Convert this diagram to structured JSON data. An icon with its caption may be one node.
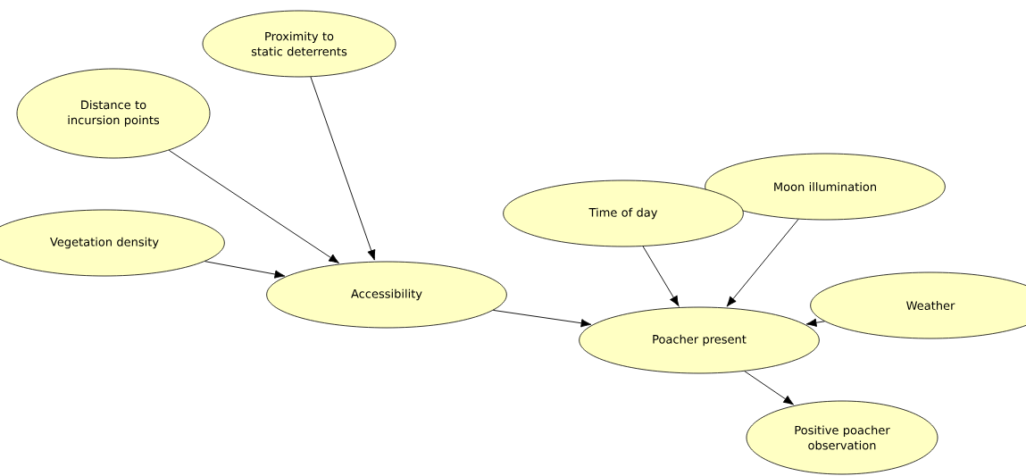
{
  "diagram": {
    "nodes": [
      {
        "text": [
          "Proximity to static deterrents"
        ]
      },
      {
        "text": [
          "Distance to incursion points"
        ]
      },
      {
        "text": [
          "Vegetation density"
        ]
      },
      {
        "text": [
          "Accessibility"
        ]
      },
      {
        "text": [
          "Moon illumination"
        ]
      },
      {
        "text": [
          "Time of day"
        ]
      },
      {
        "text": [
          "Weather"
        ]
      },
      {
        "text": [
          "Poacher present"
        ]
      },
      {
        "text": [
          "Positive poacher observation"
        ]
      }
    ],
    "edges": [
      {
        "from": 0,
        "to": 3,
        "arrow": "to"
      },
      {
        "from": 1,
        "to": 3,
        "arrow": "to"
      },
      {
        "from": 2,
        "to": 3,
        "arrow": "to"
      },
      {
        "from": 3,
        "to": 7,
        "arrow": "to"
      },
      {
        "from": 5,
        "to": 7,
        "arrow": "to"
      },
      {
        "from": 4,
        "to": 7,
        "arrow": "to"
      },
      {
        "from": 6,
        "to": 7,
        "arrow": "to"
      },
      {
        "from": 7,
        "to": 8,
        "arrow": "to"
      }
    ]
  }
}
